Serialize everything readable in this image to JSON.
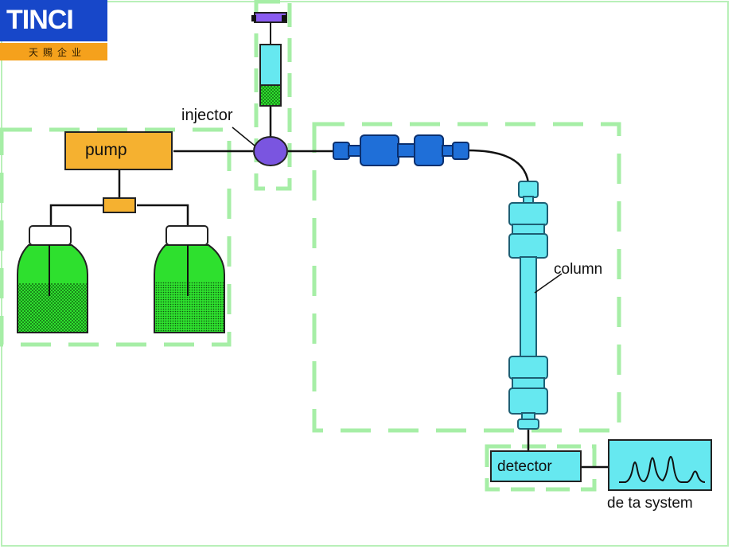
{
  "logo": {
    "brand": "TINCI",
    "subtitle": "天赐企业"
  },
  "diagram": {
    "labels": {
      "injector": "injector",
      "pump": "pump",
      "column": "column",
      "detector": "detector",
      "data_system": "de ta system"
    }
  },
  "colors": {
    "logo_blue": "#1747c9",
    "logo_orange": "#f5a11c",
    "pump_orange": "#f5b130",
    "solvent_green": "#2ee02e",
    "injector_purple": "#7a55e0",
    "fitting_blue": "#1f6fd8",
    "column_cyan": "#66e8f0",
    "highlight_green": "#a6eea6"
  }
}
